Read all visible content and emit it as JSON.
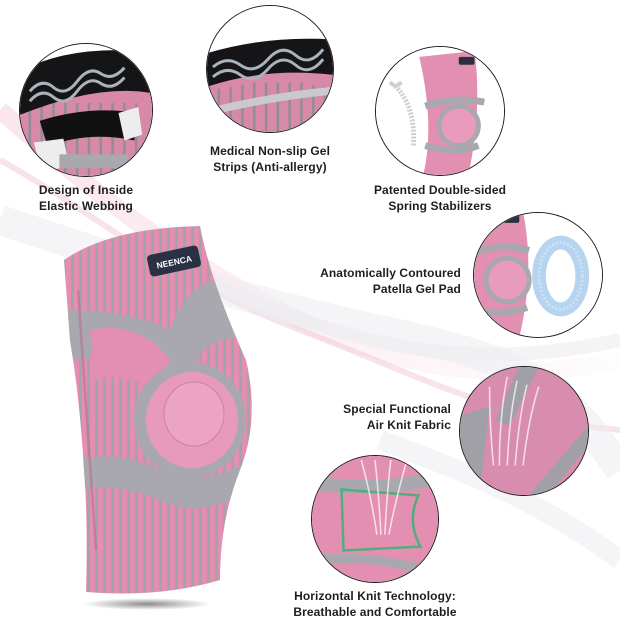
{
  "brand": {
    "name": "NEENCA"
  },
  "product": {
    "type": "knee compression sleeve",
    "color_primary": "#e38fb1",
    "color_secondary": "#a9a9ae"
  },
  "features": [
    {
      "id": "inside-webbing",
      "line1": "Design of Inside",
      "line2": "Elastic Webbing"
    },
    {
      "id": "gel-strips",
      "line1": "Medical Non-slip Gel",
      "line2": "Strips (Anti-allergy)"
    },
    {
      "id": "spring-stabilizers",
      "line1": "Patented Double-sided",
      "line2": "Spring Stabilizers"
    },
    {
      "id": "patella-pad",
      "line1": "Anatomically Contoured",
      "line2": "Patella Gel Pad"
    },
    {
      "id": "air-knit",
      "line1": "Special Functional",
      "line2": "Air Knit Fabric"
    },
    {
      "id": "horizontal-knit",
      "line1": "Horizontal Knit Technology:",
      "line2": "Breathable and Comfortable"
    }
  ],
  "colors": {
    "pink": "#e38fb1",
    "gray": "#a8a8ad",
    "black": "#1a1a1c",
    "gel_blue": "#b6d4f0",
    "outline_green": "#4fae7c",
    "text": "#1e1e1e"
  }
}
